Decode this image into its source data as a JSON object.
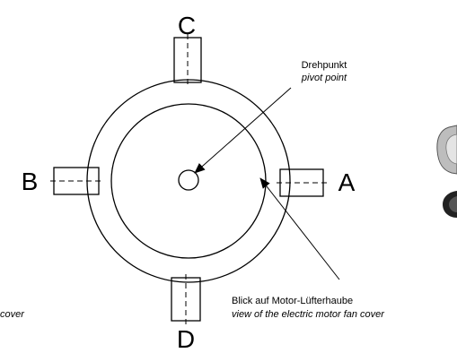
{
  "markers": {
    "top": "C",
    "left": "B",
    "right": "A",
    "bottom": "D"
  },
  "pivot": {
    "label_de": "Drehpunkt",
    "label_en": "pivot point"
  },
  "view": {
    "label_de": "Blick auf Motor-Lüfterhaube",
    "label_en": "view of the electric motor fan cover"
  },
  "left_cutoff_label": "cover"
}
